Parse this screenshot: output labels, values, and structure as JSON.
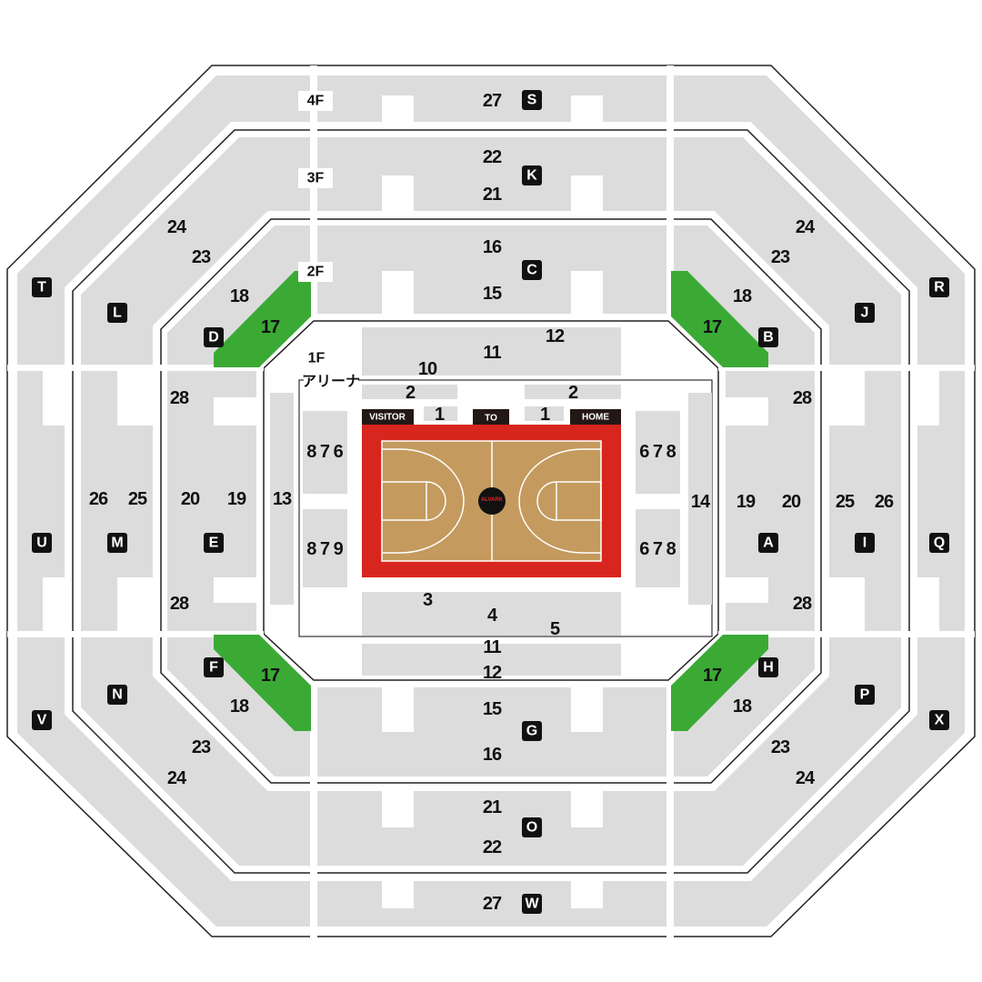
{
  "floors": {
    "f4": "4F",
    "f3": "3F",
    "f2": "2F",
    "f1": "1F",
    "arena": "アリーナ"
  },
  "bench": {
    "visitor": "VISITOR",
    "to": "TO",
    "home": "HOME"
  },
  "court_logo": "ALVARK",
  "colors": {
    "seat": "#dcdcdc",
    "highlight": "#3aaa35",
    "court_border": "#d7261e",
    "court": "#c49a5e",
    "label_bg": "#111111"
  },
  "blocks": {
    "S": "S",
    "K": "K",
    "C": "C",
    "T": "T",
    "L": "L",
    "D": "D",
    "J": "J",
    "R": "R",
    "B": "B",
    "U": "U",
    "M": "M",
    "E": "E",
    "A": "A",
    "I": "I",
    "Q": "Q",
    "F": "F",
    "H": "H",
    "N": "N",
    "V": "V",
    "P": "P",
    "X": "X",
    "G": "G",
    "O": "O",
    "W": "W"
  },
  "rows": [
    "27",
    "22",
    "21",
    "16",
    "15",
    "11",
    "12",
    "10",
    "2",
    "2",
    "1",
    "1",
    "24",
    "23",
    "18",
    "17",
    "18",
    "17",
    "24",
    "23",
    "28",
    "28",
    "26",
    "25",
    "20",
    "19",
    "13",
    "8 7 6",
    "8 7 9",
    "6 7 8",
    "6 7 8",
    "14",
    "19",
    "20",
    "25",
    "26",
    "28",
    "28",
    "3",
    "4",
    "5",
    "11",
    "12",
    "17",
    "18",
    "17",
    "18",
    "15",
    "16",
    "23",
    "24",
    "23",
    "24",
    "21",
    "22",
    "27"
  ]
}
